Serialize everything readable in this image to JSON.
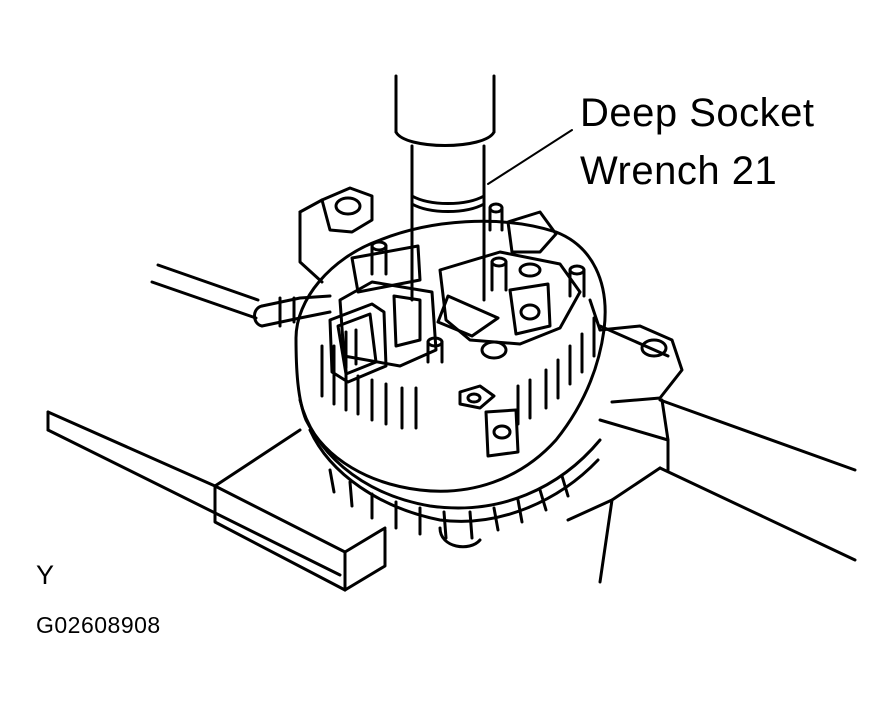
{
  "diagram": {
    "callout": {
      "line1": "Deep Socket",
      "line2": "Wrench 21"
    },
    "view_label": "Y",
    "figure_code": "G02608908"
  }
}
